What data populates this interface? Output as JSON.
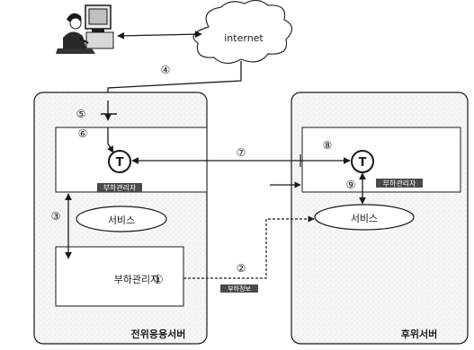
{
  "internet": {
    "label": "internet"
  },
  "front_server": {
    "label": "전위응용서버",
    "transaction_node": "T",
    "upper_box_label": "부하관리자",
    "service_label": "서비스",
    "load_manager_label": "부하관리자"
  },
  "back_server": {
    "label": "후위서버",
    "transaction_node": "T",
    "upper_box_label": "부하관리자",
    "service_label": "서비스"
  },
  "link_label": "부하정보",
  "steps": {
    "s1": "①",
    "s2": "②",
    "s3": "③",
    "s4": "④",
    "s5": "⑤",
    "s6": "⑥",
    "s7": "⑦",
    "s8": "⑧",
    "s9": "⑨"
  },
  "colors": {
    "ink": "#1a1a1a",
    "panel_fill": "#f4f4f4",
    "label_dark": "#4a4a4a",
    "label_text": "#ffffff"
  }
}
